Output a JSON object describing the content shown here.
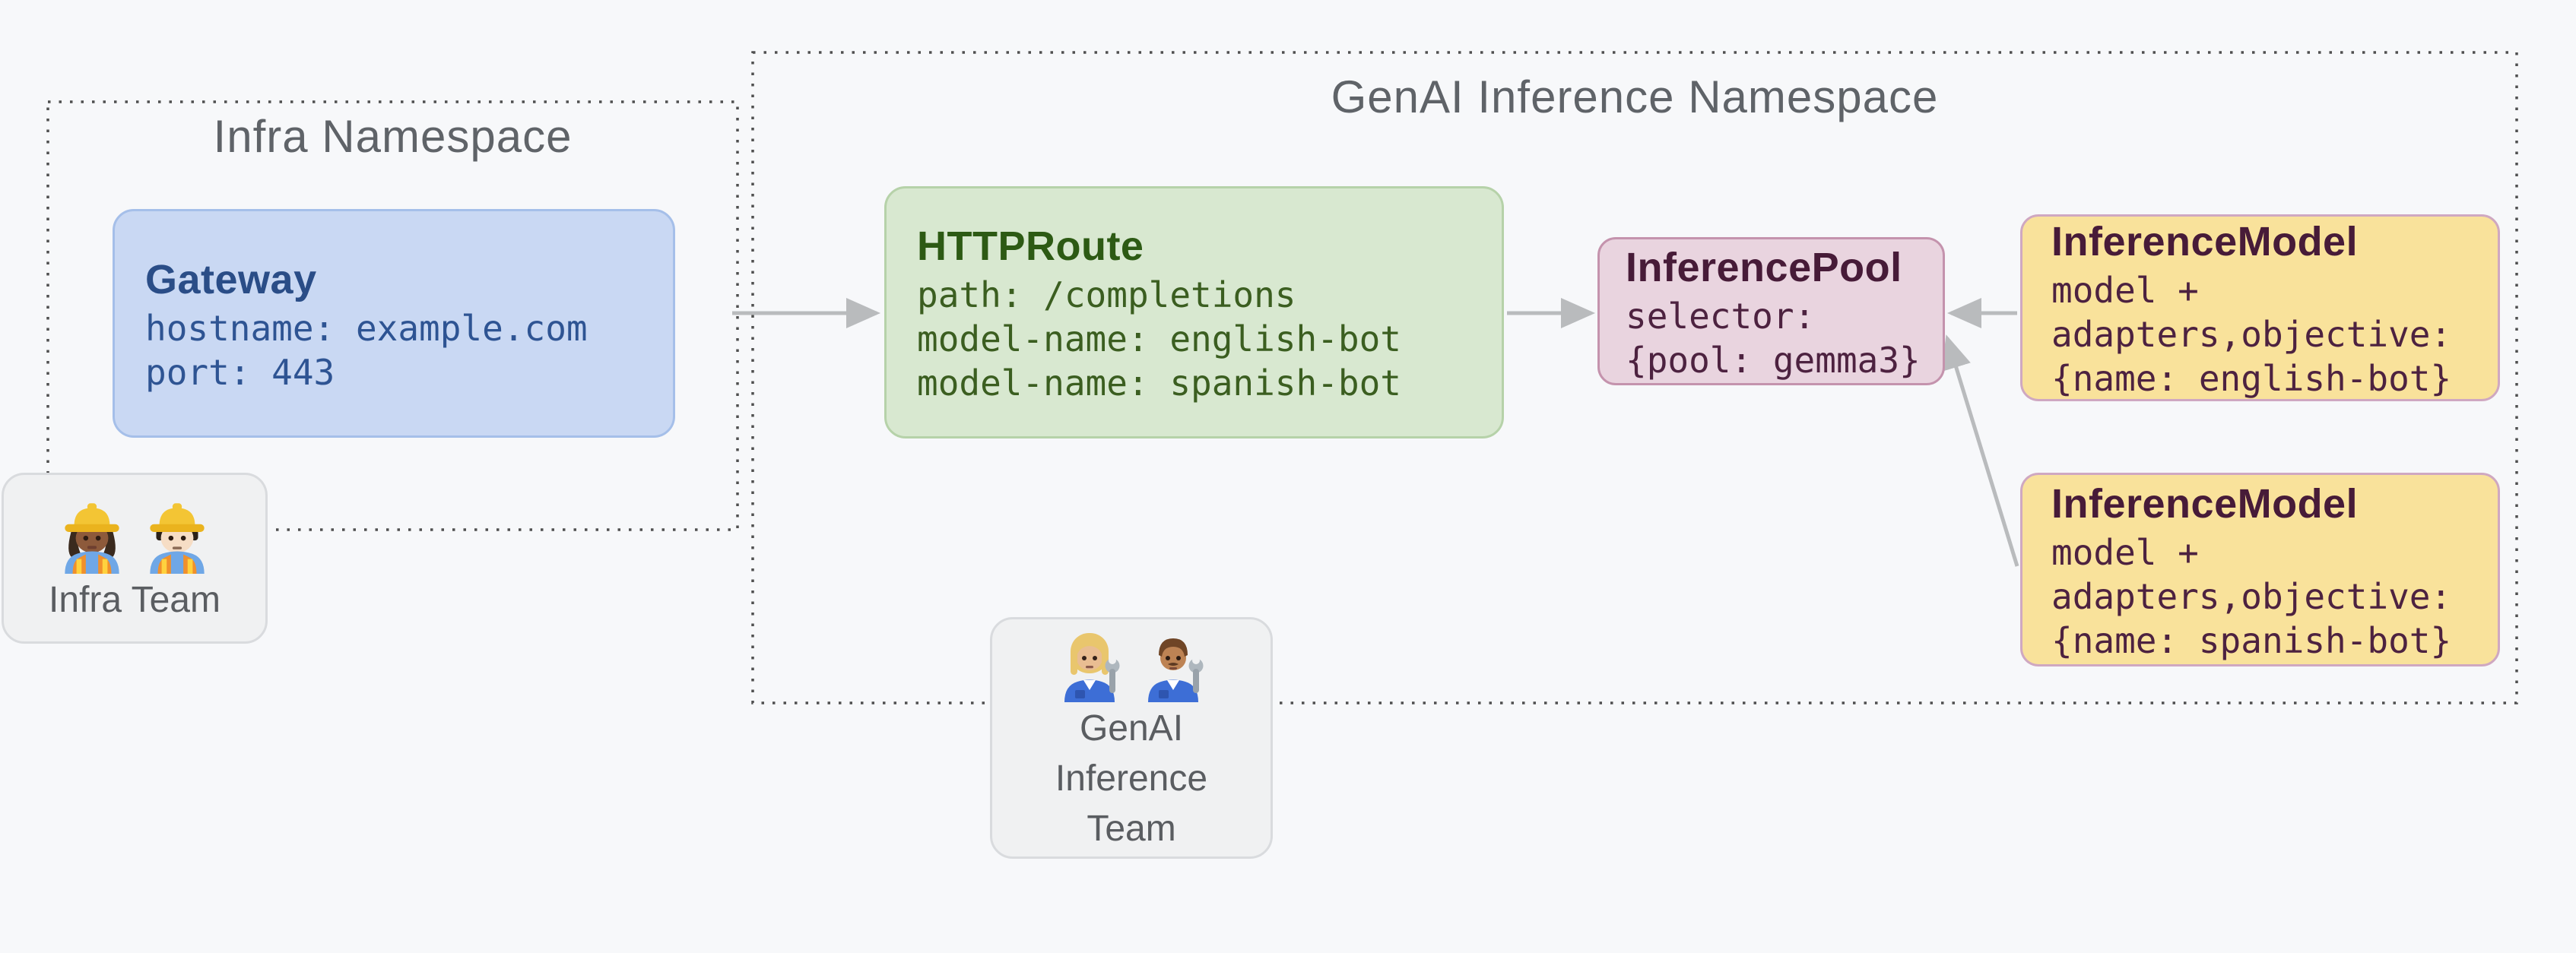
{
  "namespaces": {
    "infra": {
      "title": "Infra Namespace"
    },
    "genai": {
      "title": "GenAI Inference Namespace"
    }
  },
  "nodes": {
    "gateway": {
      "title": "Gateway",
      "lines": [
        "hostname: example.com",
        "port: 443"
      ],
      "fill": "#c9d8f3",
      "border": "#a5bfe9",
      "text_color": "#2e5493"
    },
    "httproute": {
      "title": "HTTPRoute",
      "lines": [
        "path: /completions",
        "model-name: english-bot",
        "model-name: spanish-bot"
      ],
      "fill": "#d8e8d0",
      "border": "#b6d2a9",
      "text_color": "#3b5e20"
    },
    "inference_pool": {
      "title": "InferencePool",
      "lines": [
        "selector:",
        "{pool: gemma3}"
      ],
      "fill": "#e9d4df",
      "border": "#c493ad",
      "text_color": "#4d2240"
    },
    "inference_model_english": {
      "title": "InferenceModel",
      "lines": [
        "model +",
        "adapters,objective:",
        "{name: english-bot}"
      ],
      "fill": "#f9e29b",
      "border": "#cfa8c1",
      "text_color": "#4d2240"
    },
    "inference_model_spanish": {
      "title": "InferenceModel",
      "lines": [
        "model +",
        "adapters,objective:",
        "{name: spanish-bot}"
      ],
      "fill": "#f9e29b",
      "border": "#cfa8c1",
      "text_color": "#4d2240"
    }
  },
  "teams": {
    "infra": {
      "label": "Infra Team",
      "members": [
        "woman-construction-worker-emoji",
        "man-construction-worker-emoji"
      ]
    },
    "genai": {
      "label_lines": [
        "GenAI",
        "Inference",
        "Team"
      ],
      "members": [
        "woman-mechanic-emoji",
        "man-mechanic-emoji"
      ]
    }
  },
  "arrows": [
    {
      "from": "gateway",
      "to": "httproute"
    },
    {
      "from": "httproute",
      "to": "inference_pool"
    },
    {
      "from": "inference_model_english",
      "to": "inference_pool"
    },
    {
      "from": "inference_model_spanish",
      "to": "inference_pool"
    }
  ],
  "colors": {
    "background": "#f7f8fa",
    "namespace_border": "#4f4f4f",
    "namespace_title": "#5f6368",
    "arrow": "#b9bbbd",
    "team_fill": "#f0f1f2",
    "team_border": "#d9dbde",
    "team_text": "#5a5d61"
  }
}
